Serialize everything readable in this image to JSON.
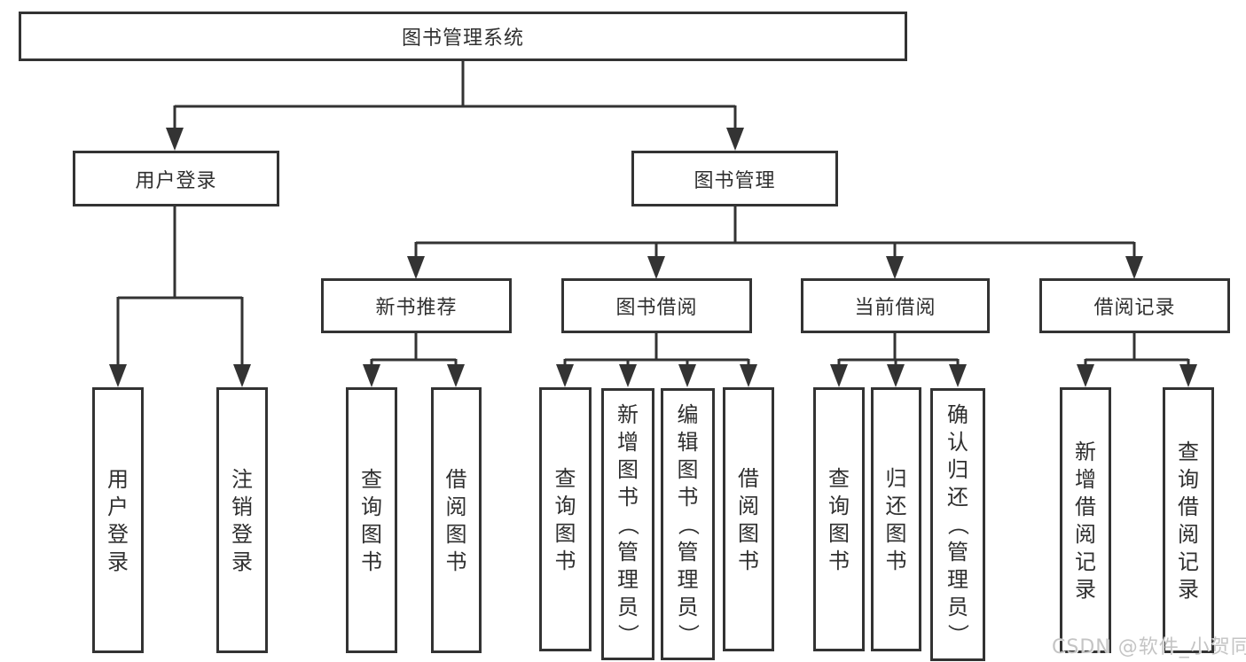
{
  "diagram": {
    "root": "图书管理系统",
    "branches": {
      "user_login": "用户登录",
      "book_management": "图书管理"
    },
    "modules": {
      "new_book": "新书推荐",
      "book_borrow": "图书借阅",
      "current_borrow": "当前借阅",
      "borrow_records": "借阅记录"
    },
    "leaves": {
      "user_login": [
        "用户登录",
        "注销登录"
      ],
      "new_book": [
        "查询图书",
        "借阅图书"
      ],
      "book_borrow": [
        "查询图书",
        "新增图书（管理员）",
        "编辑图书（管理员）",
        "借阅图书"
      ],
      "current_borrow": [
        "查询图书",
        "归还图书",
        "确认归还（管理员）"
      ],
      "borrow_records": [
        "新增借阅记录",
        "查询借阅记录"
      ]
    }
  },
  "watermark": "CSDN @软件_小贺同学",
  "colors": {
    "line": "#333333",
    "text": "#2f2f2f",
    "watermark": "#c4c4c4",
    "background": "#ffffff"
  }
}
